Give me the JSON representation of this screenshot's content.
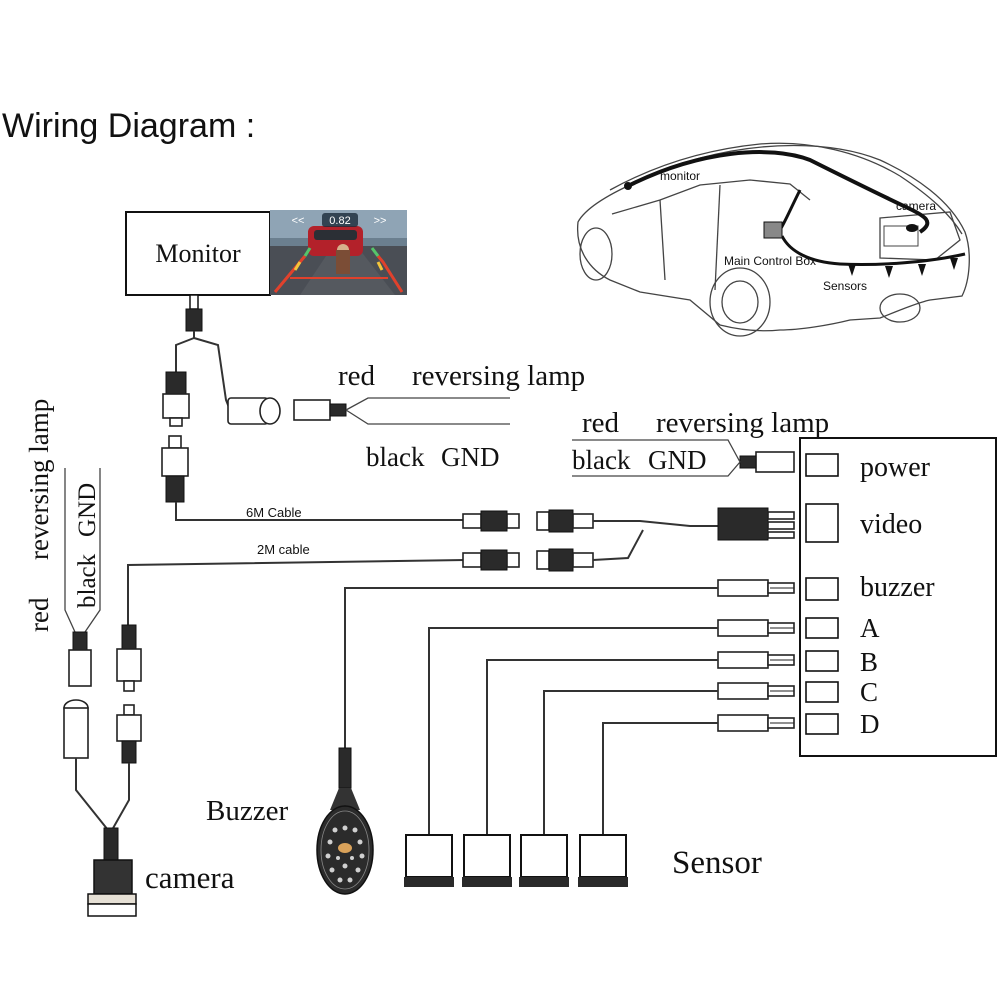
{
  "title": "Wiring Diagram :",
  "monitor": {
    "label": "Monitor",
    "screen_readout": "0.82",
    "screen_left_arrows": "<<",
    "screen_right_arrows": ">>"
  },
  "monitor_power": {
    "red_label": "red",
    "red_desc": "reversing lamp",
    "black_label": "black",
    "black_desc": "GND"
  },
  "box_power": {
    "red_label": "red",
    "red_desc": "reversing lamp",
    "black_label": "black",
    "black_desc": "GND"
  },
  "camera_power": {
    "red_label": "red",
    "red_desc": "reversing lamp",
    "black_label": "black",
    "black_desc": "GND"
  },
  "cables": {
    "cable_6m": "6M Cable",
    "cable_2m": "2M cable"
  },
  "control_box": {
    "ports": [
      "power",
      "video",
      "buzzer",
      "A",
      "B",
      "C",
      "D"
    ]
  },
  "car": {
    "monitor": "monitor",
    "camera": "camera",
    "main_control_box": "Main Control Box",
    "sensors": "Sensors"
  },
  "components": {
    "buzzer": "Buzzer",
    "camera": "camera",
    "sensor": "Sensor"
  }
}
